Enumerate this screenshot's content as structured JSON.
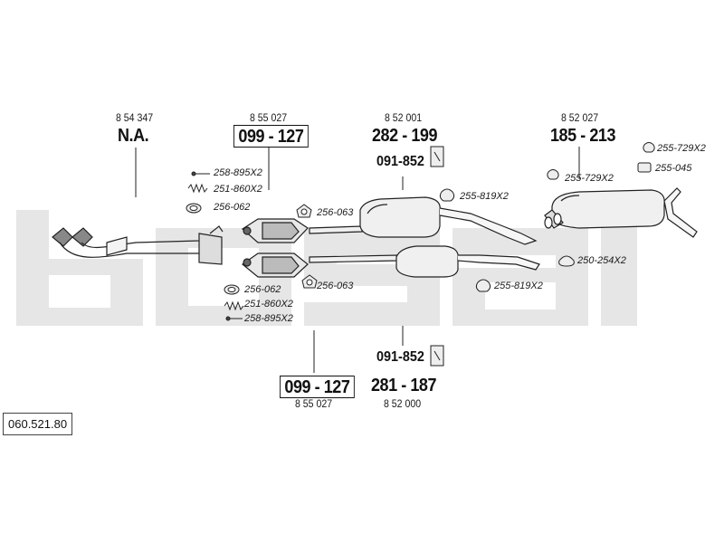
{
  "watermark": {
    "text": "bosal",
    "color": "#e6e6e6"
  },
  "diagram_code": "060.521.80",
  "groups": {
    "front_pipe": {
      "ref": "8 54 347",
      "part": "N.A."
    },
    "cat_top": {
      "ref": "8 55 027",
      "part": "099 - 127"
    },
    "cat_bottom": {
      "ref": "8 55 027",
      "part": "099 - 127"
    },
    "mid_top": {
      "ref": "8 52 001",
      "part": "282 - 199",
      "hanger": "091-852"
    },
    "mid_bottom": {
      "ref": "8 52 000",
      "part": "281 - 187",
      "hanger": "091-852"
    },
    "rear": {
      "ref": "8 52 027",
      "part": "185 - 213"
    }
  },
  "fittings": {
    "top_bolt": "258-895X2",
    "top_spring": "251-860X2",
    "top_gasket": "256-062",
    "top_ring": "256-063",
    "mid_clamp_top": "255-819X2",
    "rear_clamp_1": "255-729X2",
    "rear_clamp_2": "255-729X2",
    "rear_rubber": "255-045",
    "bottom_gasket": "256-062",
    "bottom_spring": "251-860X2",
    "bottom_bolt": "258-895X2",
    "bottom_ring": "256-063",
    "rear_hanger": "250-254X2",
    "mid_clamp_bottom": "255-819X2"
  }
}
